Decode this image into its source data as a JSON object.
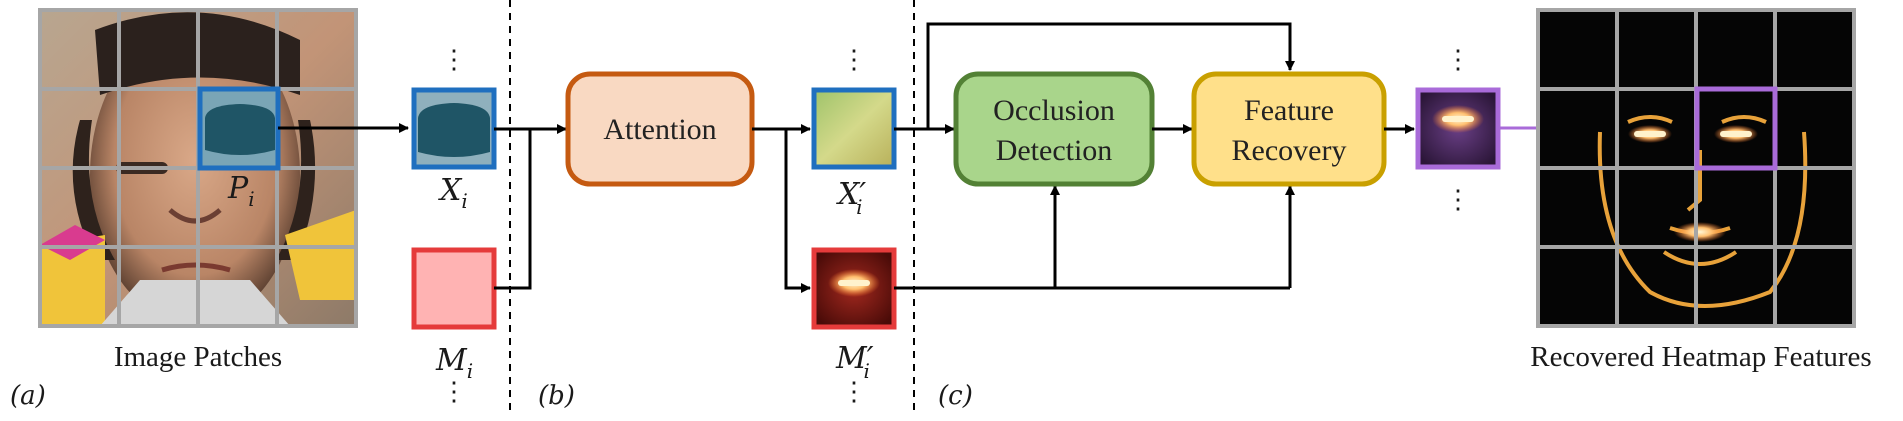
{
  "captions": {
    "image_patches": "Image Patches",
    "recovered_heatmap": "Recovered Heatmap Features"
  },
  "panels": {
    "a": "(a)",
    "b": "(b)",
    "c": "(c)"
  },
  "symbols": {
    "p_i": "P",
    "p_i_sub": "i",
    "x_i": "X",
    "x_i_sub": "i",
    "m_i": "M",
    "m_i_sub": "i",
    "x_prime": "X′",
    "x_prime_sub": "i",
    "m_prime": "M′",
    "m_prime_sub": "i"
  },
  "blocks": {
    "attention": "Attention",
    "occlusion_line1": "Occlusion",
    "occlusion_line2": "Detection",
    "recovery_line1": "Feature",
    "recovery_line2": "Recovery"
  },
  "ellipsis": "⋮",
  "colors": {
    "attention_fill": "#f9d9c2",
    "attention_stroke": "#c55a11",
    "occlusion_fill": "#a9d58b",
    "occlusion_stroke": "#538135",
    "recovery_fill": "#ffe08a",
    "recovery_stroke": "#c9a000",
    "patch_blue": "#1f6fbf",
    "mask_red": "#e53b3b",
    "recovered_purple": "#a96bd9",
    "grid_gray": "#a6a6a6"
  }
}
